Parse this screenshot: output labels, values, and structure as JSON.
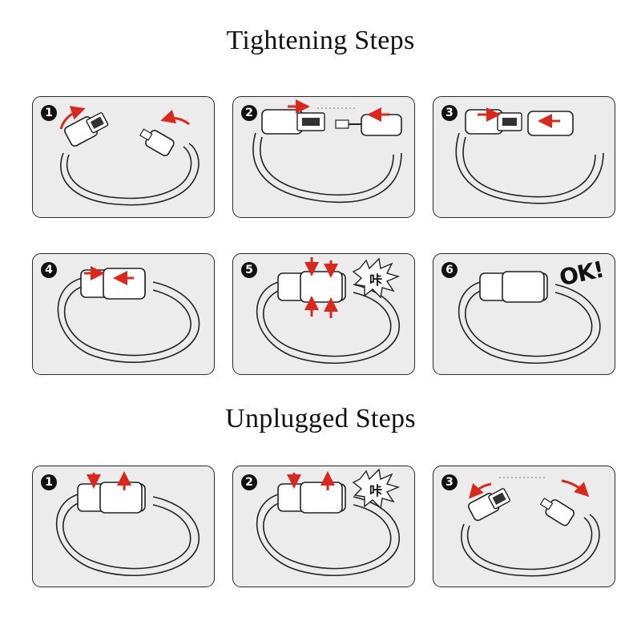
{
  "tightening": {
    "title": "Tightening Steps",
    "steps": [
      "1",
      "2",
      "3",
      "4",
      "5",
      "6"
    ]
  },
  "unplugging": {
    "title": "Unplugged Steps",
    "steps": [
      "1",
      "2",
      "3"
    ]
  },
  "labels": {
    "ok": "OK!",
    "click": "咔"
  },
  "colors": {
    "arrow": "#d9281e",
    "panel_bg": "#ececec",
    "border": "#2a2a2a",
    "band_fill": "#ffffff"
  }
}
